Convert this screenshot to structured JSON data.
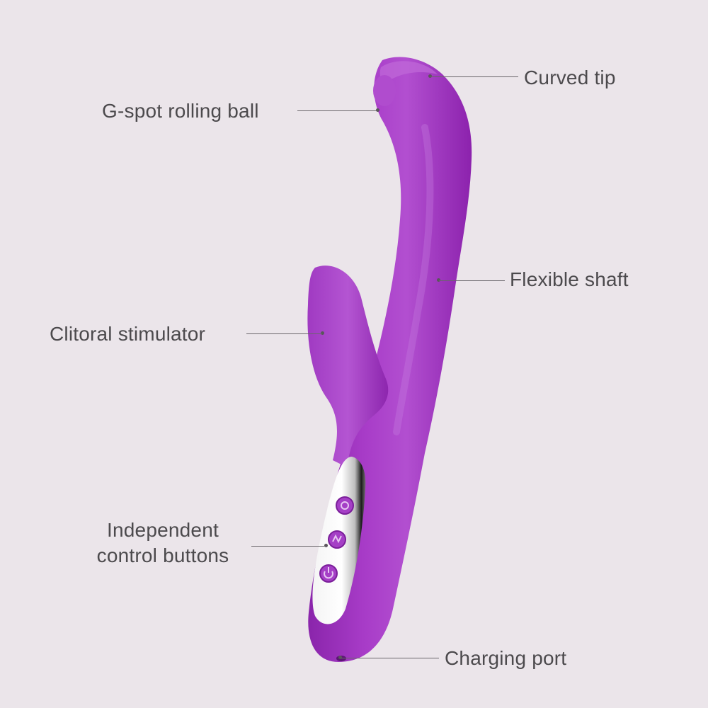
{
  "callouts": {
    "curved_tip": "Curved tip",
    "g_spot_rolling_ball": "G-spot rolling ball",
    "flexible_shaft": "Flexible shaft",
    "clitoral_stimulator": "Clitoral stimulator",
    "control_buttons_line1": "Independent",
    "control_buttons_line2": "control buttons",
    "charging_port": "Charging port"
  },
  "colors": {
    "background": "#ebe5ea",
    "product_body": "#9d2fbd",
    "product_highlight": "#b95ad3",
    "product_shadow": "#7d1f9a",
    "label_text": "#4c4a4d"
  }
}
